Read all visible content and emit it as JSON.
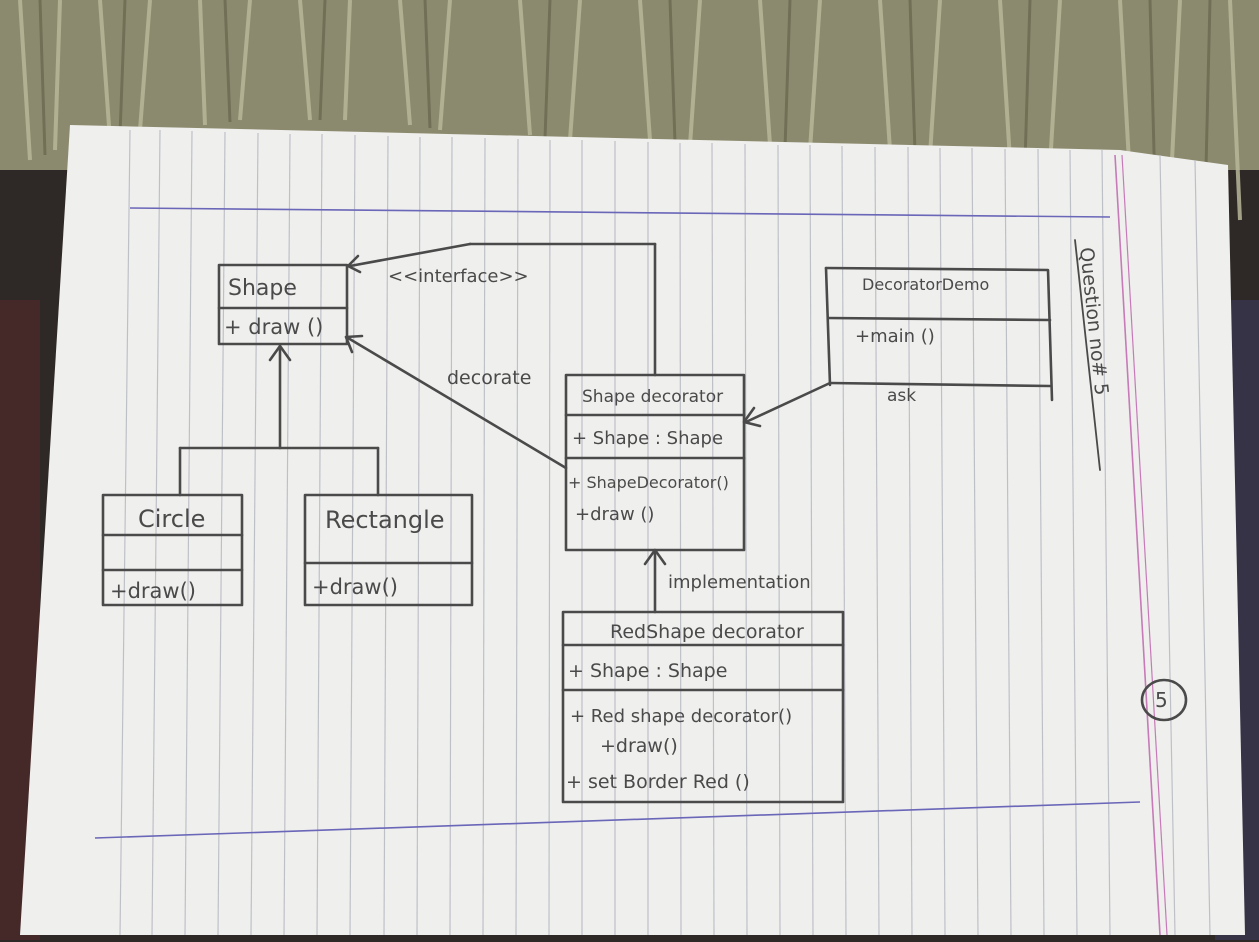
{
  "diagram": {
    "interface_label": "<<interface>>",
    "question_label": "Question no# 5",
    "page_number": "5",
    "classes": {
      "shape": {
        "name": "Shape",
        "attributes": [],
        "methods": [
          "+ draw ()"
        ]
      },
      "circle": {
        "name": "Circle",
        "attributes": [],
        "methods": [
          "+draw()"
        ]
      },
      "rectangle": {
        "name": "Rectangle",
        "attributes": [],
        "methods": [
          "+draw()"
        ]
      },
      "shape_decorator": {
        "name": "Shape decorator",
        "attributes": [
          "+ Shape : Shape"
        ],
        "methods": [
          "+ ShapeDecorator()",
          "+draw ()"
        ]
      },
      "decorator_demo": {
        "name": "DecoratorDemo",
        "attributes": [],
        "methods": [
          "+main ()"
        ]
      },
      "red_shape_decorator": {
        "name": "RedShape decorator",
        "attributes": [
          "+ Shape : Shape"
        ],
        "methods": [
          "+ Red shape decorator()",
          "+draw()",
          "+ set Border Red ()"
        ]
      }
    },
    "relations": {
      "decorate": "decorate",
      "ask": "ask",
      "implementation": "implementation"
    }
  }
}
